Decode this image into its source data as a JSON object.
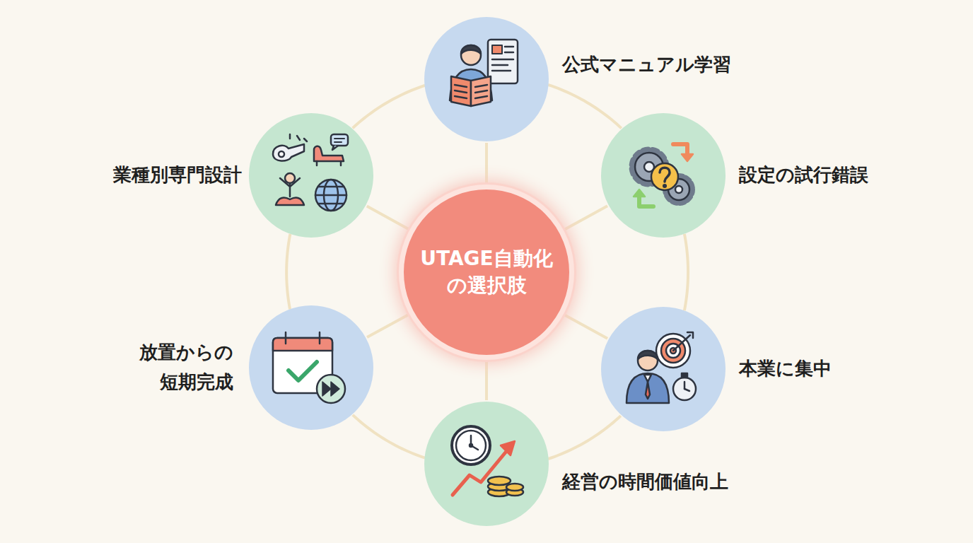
{
  "diagram": {
    "nodes": [
      {
        "text": [
          "UTAGE自動化 の選択肢"
        ]
      },
      {
        "text": [
          "公式マニュアル学習"
        ]
      },
      {
        "text": [
          "設定の試行錯誤"
        ]
      },
      {
        "text": [
          "本業に集中"
        ]
      },
      {
        "text": [
          "経営の時間価値向上"
        ]
      },
      {
        "text": [
          "放置からの 短期完成"
        ]
      },
      {
        "text": [
          "業種別専門設計"
        ]
      }
    ],
    "edges": [
      {
        "from": 0,
        "to": 1,
        "arrow": "none"
      },
      {
        "from": 0,
        "to": 2,
        "arrow": "none"
      },
      {
        "from": 0,
        "to": 3,
        "arrow": "none"
      },
      {
        "from": 0,
        "to": 4,
        "arrow": "none"
      },
      {
        "from": 0,
        "to": 5,
        "arrow": "none"
      },
      {
        "from": 0,
        "to": 6,
        "arrow": "none"
      },
      {
        "from": 1,
        "to": 2,
        "arrow": "none"
      },
      {
        "from": 2,
        "to": 3,
        "arrow": "none"
      },
      {
        "from": 3,
        "to": 4,
        "arrow": "none"
      },
      {
        "from": 4,
        "to": 5,
        "arrow": "none"
      },
      {
        "from": 5,
        "to": 6,
        "arrow": "none"
      },
      {
        "from": 6,
        "to": 1,
        "arrow": "none"
      }
    ]
  }
}
